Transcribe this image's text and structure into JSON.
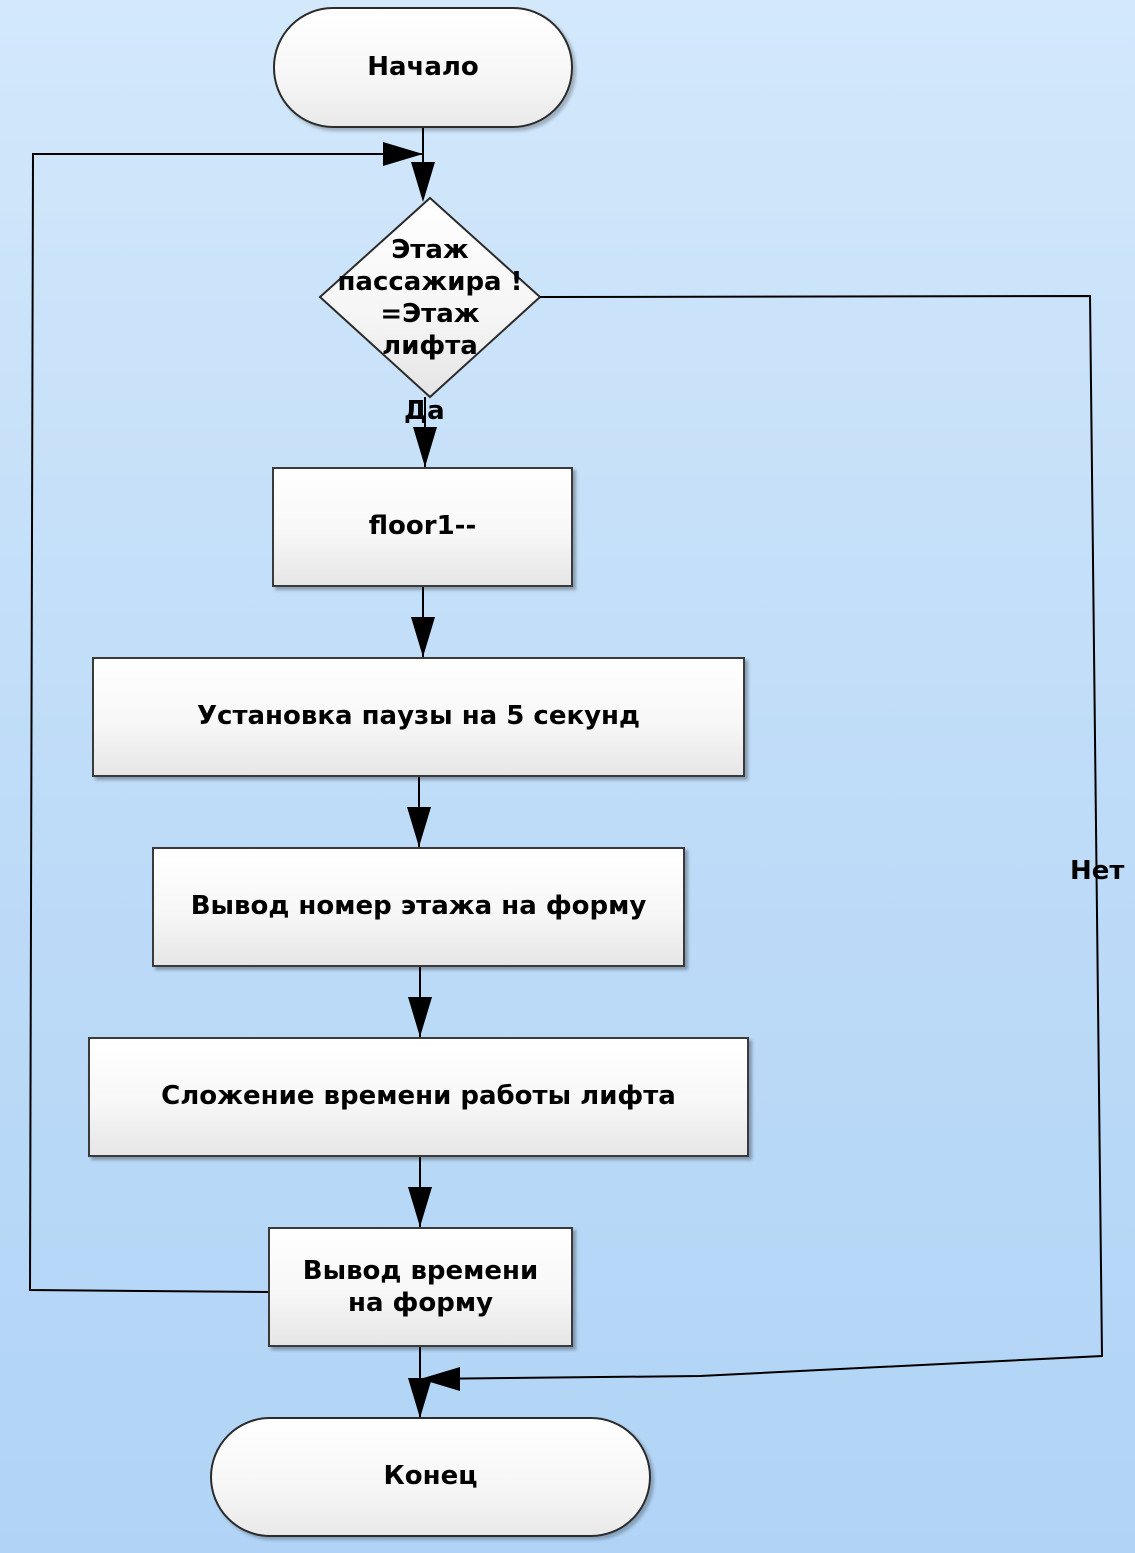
{
  "flowchart": {
    "start": "Начало",
    "decision": "Этаж\nпассажира !\n=Этаж\nлифта",
    "yes_label": "Да",
    "no_label": "Нет",
    "step1": "floor1--",
    "step2": "Установка паузы на 5 секунд",
    "step3": "Вывод номер этажа на форму",
    "step4": "Сложение времени работы лифта",
    "step5": "Вывод времени\nна форму",
    "end": "Конец"
  }
}
